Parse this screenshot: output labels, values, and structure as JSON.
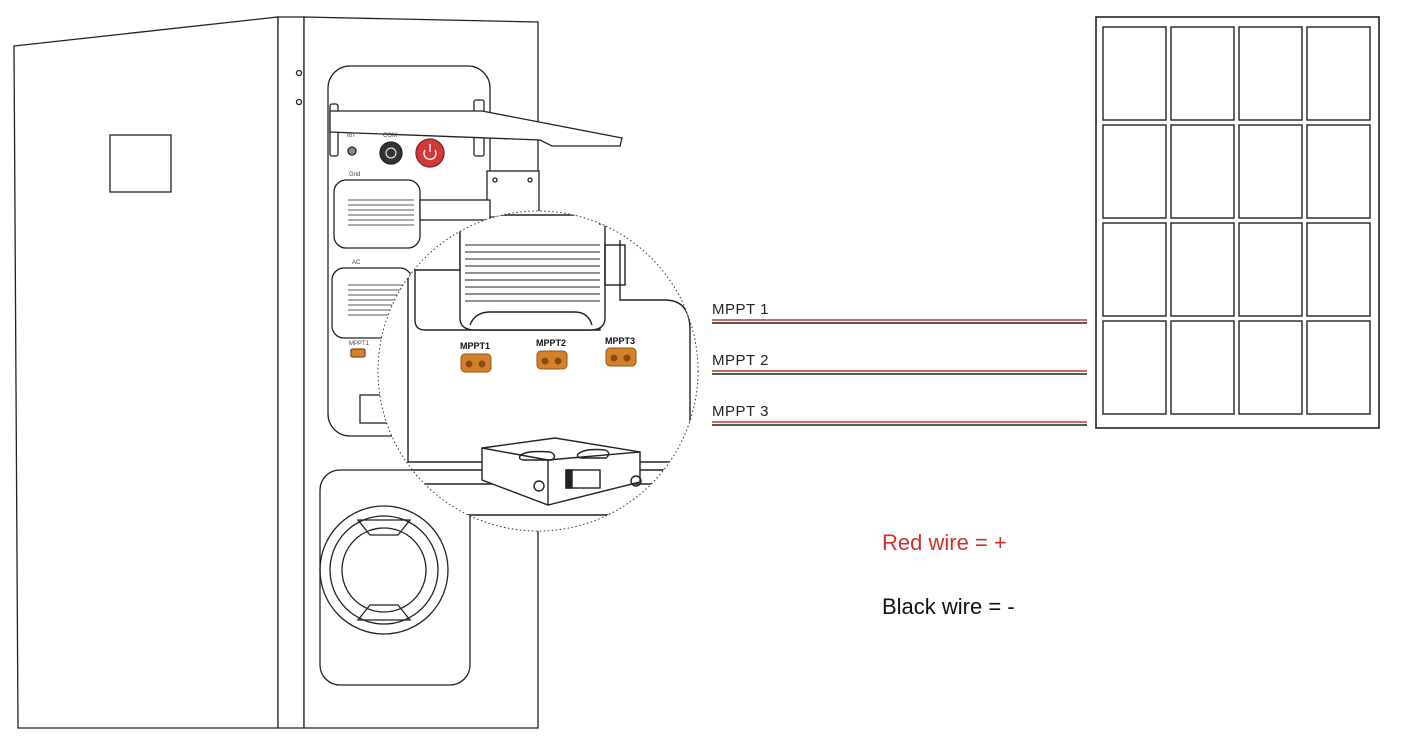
{
  "inverter": {
    "iot_label": "IoT",
    "com_label": "COM",
    "grid_label": "Grid",
    "ac_label": "AC",
    "mppt_small_label": "MPPT1"
  },
  "zoom": {
    "ports": [
      {
        "label": "MPPT1"
      },
      {
        "label": "MPPT2"
      },
      {
        "label": "MPPT3"
      }
    ]
  },
  "wires": [
    {
      "label": "MPPT 1"
    },
    {
      "label": "MPPT 2"
    },
    {
      "label": "MPPT 3"
    }
  ],
  "solar_panel": {
    "rows": 4,
    "cols": 4
  },
  "legend": {
    "red_wire": "Red wire = +",
    "black_wire": "Black wire = -"
  },
  "colors": {
    "red_wire": "#c0392b",
    "black_wire": "#222222",
    "mppt_port": "#d4822a",
    "power_button": "#d23a3a",
    "com_button": "#333333"
  }
}
